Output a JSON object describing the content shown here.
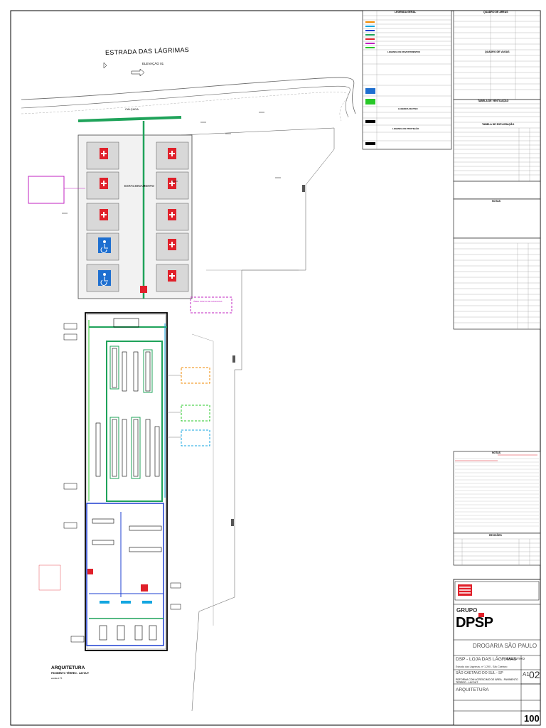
{
  "plan": {
    "road_name": "ESTRADA DAS LÁGRIMAS",
    "elevation_label": "ELEVAÇÃO 01",
    "sidewalk_label": "CALÇADA",
    "parking_label": "ESTACIONAMENTO",
    "fuel_area_label": "ÁREA POSTO DE GASOLINA",
    "drawing_title": "ARQUITETURA",
    "drawing_subtitle": "PAVIMENTO TÉRREO - LAYOUT",
    "scale": "escala   1:75"
  },
  "tables": {
    "legend_title": "LEGENDA GERAL",
    "legend2_title": "LEGENDA DE REVESTIMENTOS",
    "legend3_title": "LEGENDA DE PISO",
    "legend4_title": "LEGENDA DE PROTEÇÃO",
    "areas_title": "QUADRO DE ÁREAS",
    "areas2_title": "QUADRO DE VAGAS",
    "ventilation_title": "TABELA DE VENTILAÇÃO",
    "exploitation_title": "TABELA DE EXPLORAÇÃO",
    "notes_title": "NOTAS",
    "notes2_title": "NOTAS",
    "revisions_title": "REVISÕES"
  },
  "titleblock": {
    "brand_group": "GRUPO",
    "brand": "DPSP",
    "project": "DROGARIA SÃO PAULO",
    "store": "DSP - LOJA DAS LÁGRIMAS",
    "status": "EXECUTIVO",
    "address": "Estrada das Lágrimas, nº 1.290 - São Caetano",
    "city": "SÃO CAETANO DO SUL - SP",
    "description": "REFORMA COM ACRÉSCIMO DE ÁREA - PAVIMENTO TÉRREO - LAYOUT",
    "discipline": "ARQUITETURA",
    "sheet_size": "A1",
    "sheet_number": "02",
    "sheet_code": "100"
  },
  "colors": {
    "green": "#1fa35a",
    "cyan": "#13a6e0",
    "blue": "#1e3fd0",
    "red": "#e0202a",
    "magenta": "#c020c0",
    "orange": "#f08a00",
    "lime": "#28c828"
  }
}
